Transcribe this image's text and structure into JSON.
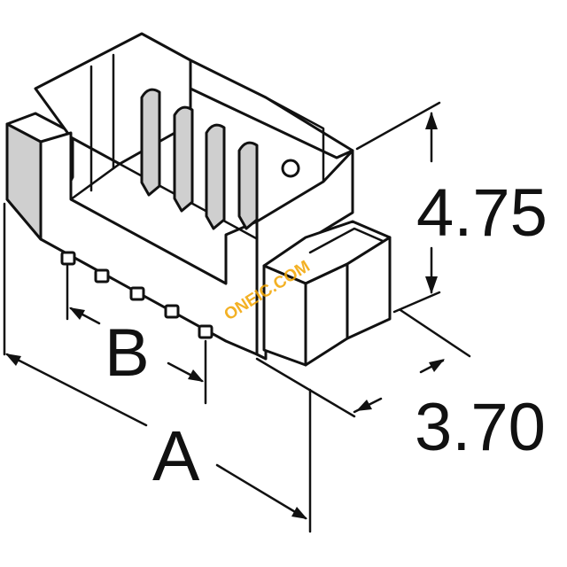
{
  "dimensions": {
    "height": "4.75",
    "depth": "3.70",
    "width_label": "A",
    "pitch_label": "B"
  },
  "watermark": {
    "text": "ONEIC.COM",
    "color": "#f2a400"
  },
  "colors": {
    "line": "#111111",
    "shade": "#cfcfcf",
    "background": "#ffffff"
  }
}
